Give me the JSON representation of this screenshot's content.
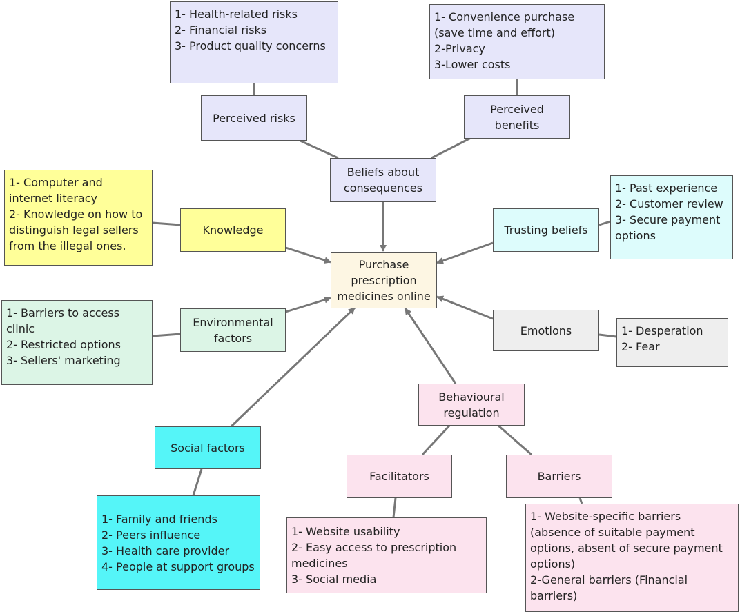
{
  "center": {
    "label": "Purchase prescription medicines online"
  },
  "beliefs": {
    "label": "Beliefs about consequences"
  },
  "perceived_risks": {
    "label": "Perceived risks",
    "details": [
      "1- Health-related risks",
      "2- Financial risks",
      "3- Product quality concerns"
    ]
  },
  "perceived_benefits": {
    "label": "Perceived benefits",
    "details": [
      "1- Convenience purchase (save time and effort)",
      "2-Privacy",
      "3-Lower costs"
    ]
  },
  "knowledge": {
    "label": "Knowledge",
    "details": [
      "1- Computer and internet literacy",
      "2- Knowledge on how to distinguish legal sellers from the illegal ones."
    ]
  },
  "trusting_beliefs": {
    "label": "Trusting beliefs",
    "details": [
      "1- Past experience",
      "2- Customer review",
      "3- Secure payment options"
    ]
  },
  "environmental": {
    "label": "Environmental factors",
    "details": [
      "1- Barriers to access clinic",
      "2- Restricted options",
      "3- Sellers' marketing"
    ]
  },
  "emotions": {
    "label": "Emotions",
    "details": [
      "1- Desperation",
      "2- Fear"
    ]
  },
  "social": {
    "label": "Social factors",
    "details": [
      "1- Family and friends",
      "2- Peers influence",
      "3- Health care provider",
      "4- People at support groups"
    ]
  },
  "behavioural": {
    "label": "Behavioural regulation"
  },
  "facilitators": {
    "label": "Facilitators",
    "details": [
      "1-  Website usability",
      "2-  Easy access to prescription medicines",
      "3- Social media"
    ]
  },
  "barriers": {
    "label": "Barriers",
    "details": [
      "1- Website-specific barriers (absence of suitable payment options, absent of secure payment options)",
      "2-General barriers (Financial barriers)"
    ]
  },
  "colors": {
    "lavender": "#e6e6fa",
    "yellow": "#ffff99",
    "mint": "#dcf5e6",
    "aqua": "#ddfcfc",
    "grey": "#eeeeee",
    "cyan": "#55f5f8",
    "pink": "#fce3ee",
    "center": "#fdf6e3",
    "connector": "#777777"
  }
}
